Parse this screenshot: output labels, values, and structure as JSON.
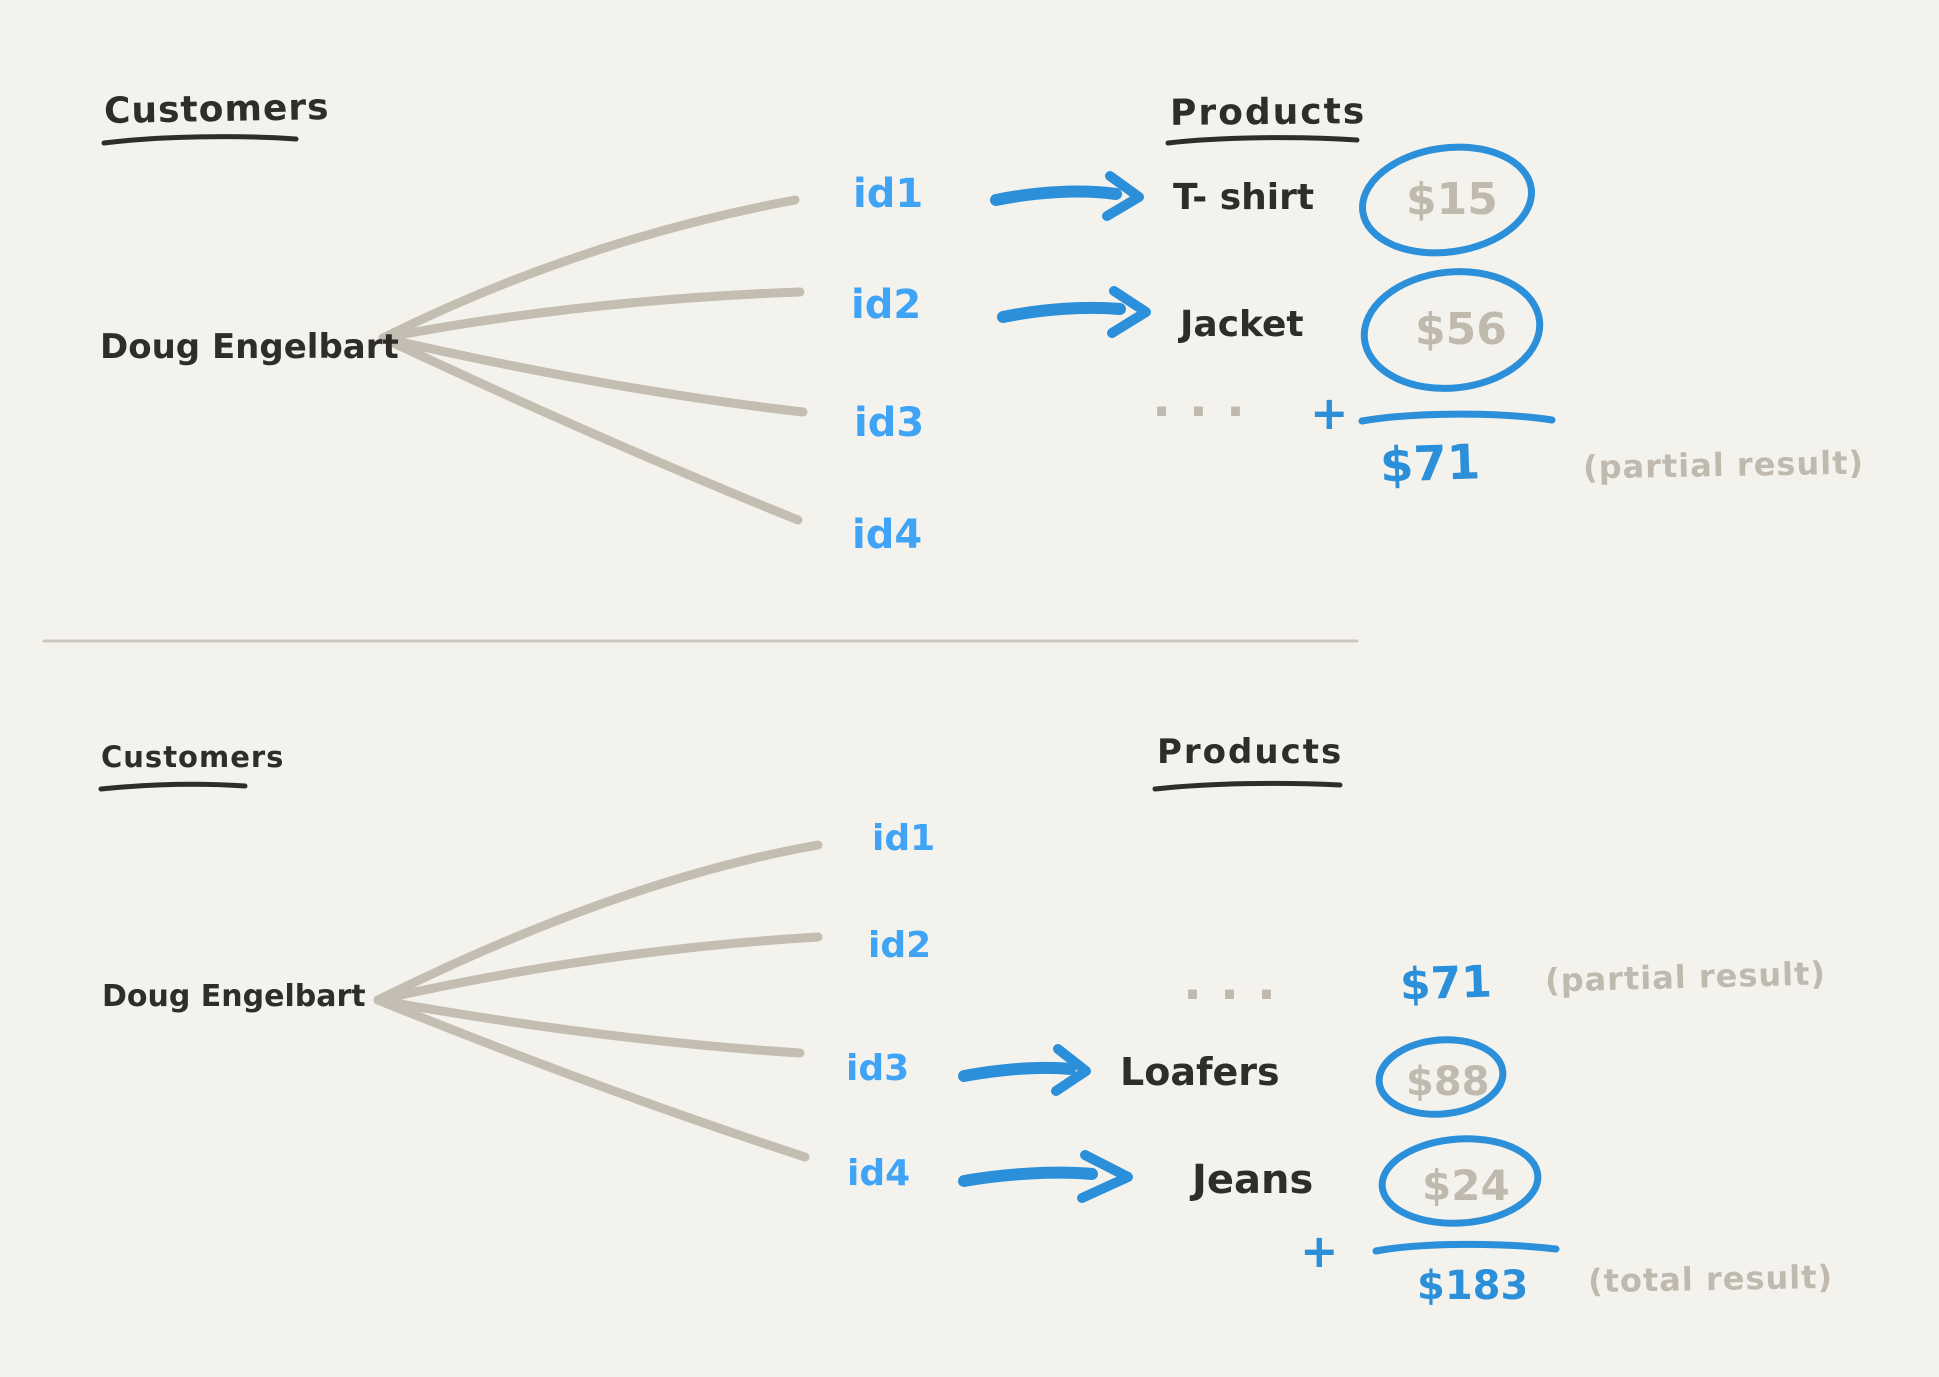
{
  "colors": {
    "background": "#f4f2ed",
    "ink": "#2e2d2a",
    "gray": "#bfb9ae",
    "blue": "#2b90d9",
    "blue_light": "#3fa3f6"
  },
  "top": {
    "customers_heading": "Customers",
    "customer_name": "Doug Engelbart",
    "products_heading": "Products",
    "ids": [
      "id1",
      "id2",
      "id3",
      "id4"
    ],
    "products": [
      {
        "name": "T- shirt",
        "price": "$15"
      },
      {
        "name": "Jacket",
        "price": "$56"
      }
    ],
    "ellipsis": "...",
    "plus_sign": "+",
    "subtotal": "$71",
    "subtotal_note": "(partial result)"
  },
  "bottom": {
    "customers_heading": "Customers",
    "customer_name": "Doug Engelbart",
    "products_heading": "Products",
    "ids": [
      "id1",
      "id2",
      "id3",
      "id4"
    ],
    "carryover": "$71",
    "carryover_note": "(partial result)",
    "ellipsis": "...",
    "products": [
      {
        "name": "Loafers",
        "price": "$88"
      },
      {
        "name": "Jeans",
        "price": "$24"
      }
    ],
    "plus_sign": "+",
    "total": "$183",
    "total_note": "(total result)"
  }
}
